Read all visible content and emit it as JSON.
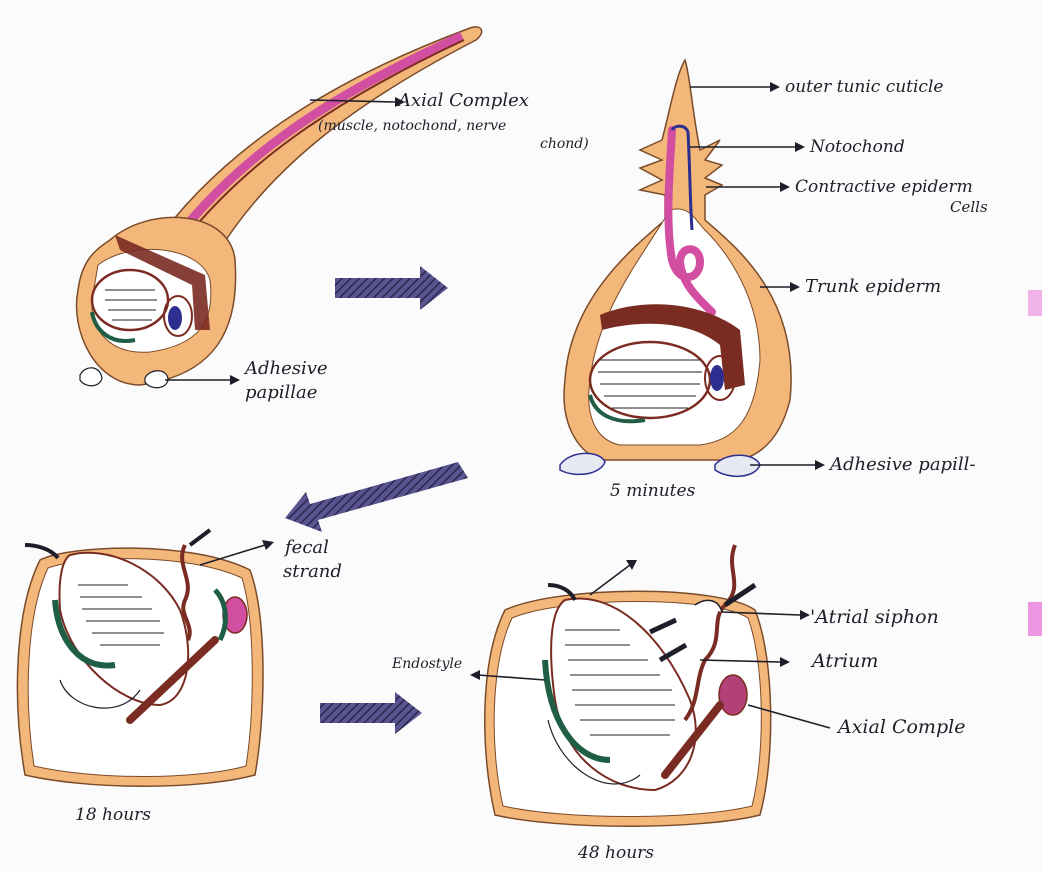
{
  "labels": {
    "axial_complex_top": "Axial Complex",
    "axial_complex_top_sub1": "(muscle, notochond, nerve",
    "axial_complex_top_sub2": "chond)",
    "adhesive_papillae_left_1": "Adhesive",
    "adhesive_papillae_left_2": "papillae",
    "outer_tunic": "outer tunic cuticle",
    "notochord": "Notochond",
    "contractive_1": "Contractive epiderm",
    "contractive_2": "Cells",
    "trunk_epidermis": "Trunk epiderm",
    "adhesive_papillae_right": "Adhesive papill-",
    "fecal_1": "fecal",
    "fecal_2": "strand",
    "atrial_siphon": "'Atrial siphon",
    "atrium": "Atrium",
    "endostyle": "Endostyle",
    "axial_complex_bottom": "Axial Comple"
  },
  "stages": {
    "five_min": "5 minutes",
    "eighteen_hours": "18 hours",
    "fortyeight_hours": "48 hours"
  },
  "colors": {
    "tunic": "#f3b77a",
    "notochord": "#d24ea0",
    "nerve": "#2c2f8f",
    "muscle_brown": "#7a2b22",
    "endostyle": "#1f5d44",
    "flow_arrow": "#3a3565",
    "ink": "#1e1e2a"
  }
}
